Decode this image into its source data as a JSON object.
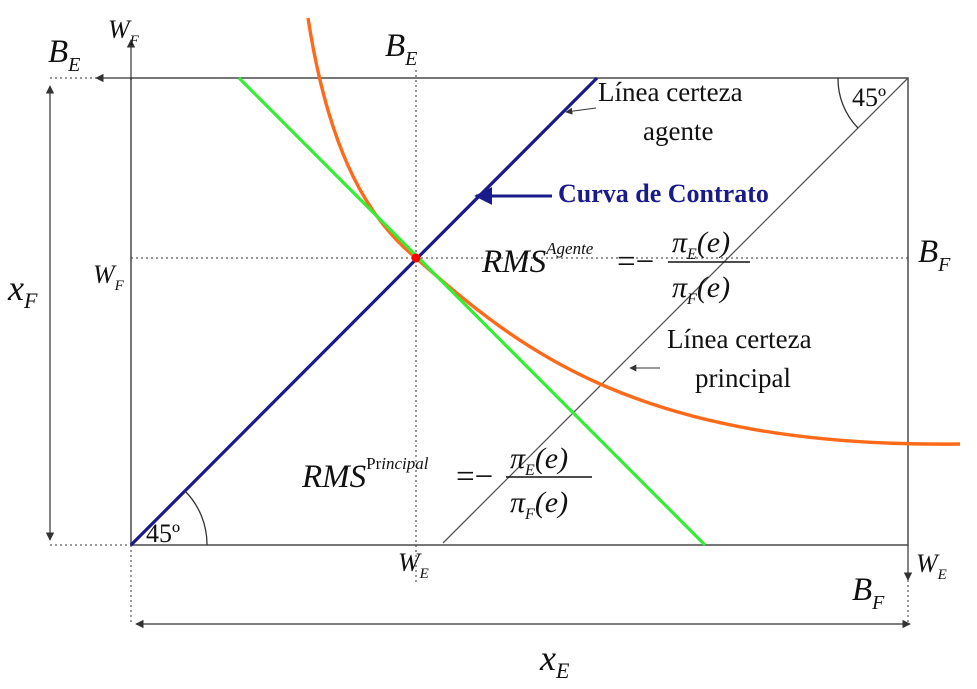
{
  "colors": {
    "box": "#555555",
    "agent_certainty_line": "#1a1a8c",
    "contract_curve_label": "#1a1a8c",
    "indifference_curve": "#ff6a1a",
    "principal_budget_line": "#22ee22",
    "equilibrium_point": "#ff0000",
    "principal_certainty_line": "#555555"
  },
  "axes": {
    "x_total": {
      "main": "x",
      "sub": "E"
    },
    "y_total": {
      "main": "x",
      "sub": "F"
    },
    "top_left_B": {
      "main": "B",
      "sub": "E"
    },
    "top_left_W": {
      "main": "W",
      "sub": "F"
    },
    "top_mid_B": {
      "main": "B",
      "sub": "E"
    },
    "mid_left_W": {
      "main": "W",
      "sub": "F"
    },
    "right_B": {
      "main": "B",
      "sub": "F"
    },
    "bottom_mid_W": {
      "main": "W",
      "sub": "E"
    },
    "bottom_right_W": {
      "main": "W",
      "sub": "E"
    },
    "bottom_right_B": {
      "main": "B",
      "sub": "F"
    }
  },
  "labels": {
    "agent_line_1": "Línea certeza",
    "agent_line_2": "agente",
    "contract_curve": "Curva de Contrato",
    "principal_line_1": "Línea certeza",
    "principal_line_2": "principal",
    "angle_top": "45º",
    "angle_bottom": "45º"
  },
  "formulas": {
    "agent": {
      "lhs": "RMS",
      "sup": "Agente",
      "eq": "=−",
      "num": "π",
      "num_sub": "E",
      "den": "π",
      "den_sub": "F",
      "arg": "(e)"
    },
    "principal": {
      "lhs": "RMS",
      "sup_upright": "Pr",
      "sup_italic": "incipal",
      "eq": "=−",
      "num": "π",
      "num_sub": "E",
      "den": "π",
      "den_sub": "F",
      "arg": "(e)"
    }
  }
}
